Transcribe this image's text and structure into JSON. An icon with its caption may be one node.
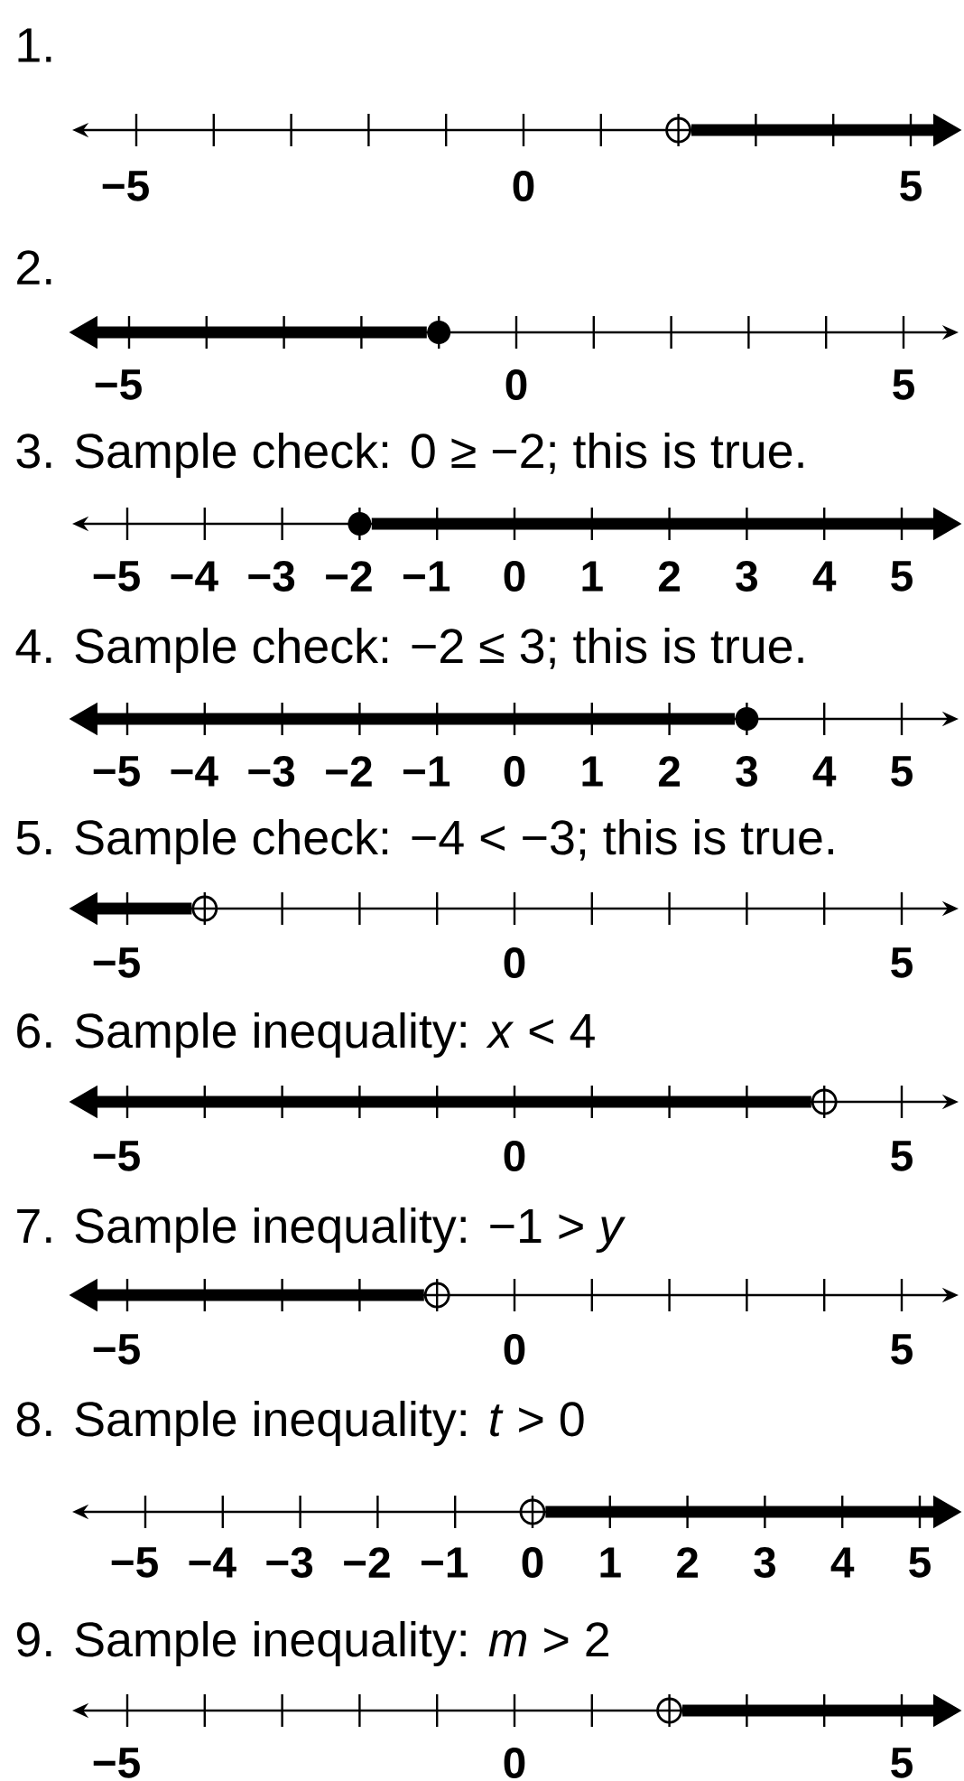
{
  "diagram": {
    "nodes": [
      {
        "text": [],
        "shape": "circle"
      },
      {
        "text": [],
        "shape": "dot"
      },
      {
        "text": [],
        "shape": "dot"
      },
      {
        "text": [],
        "shape": "dot"
      },
      {
        "text": [],
        "shape": "circle"
      },
      {
        "text": [],
        "shape": "circle"
      },
      {
        "text": [],
        "shape": "circle"
      },
      {
        "text": [],
        "shape": "circle"
      },
      {
        "text": [],
        "shape": "circle"
      }
    ],
    "edges": [
      {
        "from": 0,
        "to": null,
        "arrow": "to"
      },
      {
        "from": 1,
        "to": null,
        "arrow": "to"
      },
      {
        "from": 2,
        "to": null,
        "arrow": "to"
      },
      {
        "from": 3,
        "to": null,
        "arrow": "to"
      },
      {
        "from": 4,
        "to": null,
        "arrow": "to"
      },
      {
        "from": 5,
        "to": null,
        "arrow": "to"
      },
      {
        "from": 6,
        "to": null,
        "arrow": "to"
      },
      {
        "from": 7,
        "to": null,
        "arrow": "to"
      },
      {
        "from": 8,
        "to": null,
        "arrow": "to"
      }
    ],
    "labels": [
      "1.",
      "−5",
      "0",
      "5",
      "2.",
      "−5",
      "0",
      "5",
      "3. Sample check: 0 ≥ −2; this is true.",
      "−5",
      "−4",
      "−3",
      "−2",
      "−1",
      "0",
      "1",
      "2",
      "3",
      "4",
      "5",
      "4. Sample check: −2 ≤ 3; this is true.",
      "−5",
      "−4",
      "−3",
      "−2",
      "−1",
      "0",
      "1",
      "2",
      "3",
      "4",
      "5",
      "5. Sample check: −4 < −3; this is true.",
      "−5",
      "0",
      "5",
      "6. Sample inequality: *x* < 4",
      "−5",
      "0",
      "5",
      "7. Sample inequality: −1 > *y*",
      "−5",
      "0",
      "5",
      "8. Sample inequality: *t* > 0",
      "−5",
      "−4",
      "−3",
      "−2",
      "−1",
      "0",
      "1",
      "2",
      "3",
      "4",
      "5",
      "9. Sample inequality: *m* > 2",
      "−5",
      "0",
      "5"
    ]
  }
}
